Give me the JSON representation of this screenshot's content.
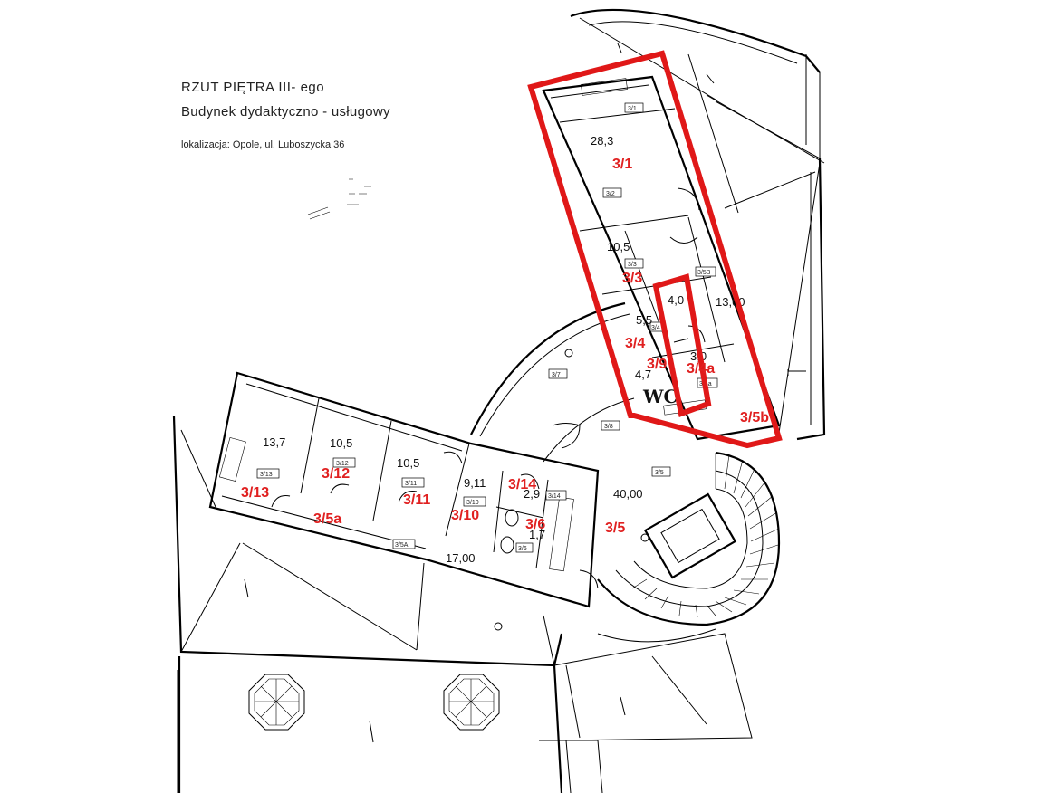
{
  "header": {
    "title": "RZUT PIĘTRA III- ego",
    "subtitle": "Budynek dydaktyczno - usługowy",
    "location": "lokalizacja: Opole, ul. Luboszycka 36"
  },
  "areas": {
    "a_28_3": "28,3",
    "a_10_5_top": "10,5",
    "a_4_0": "4,0",
    "a_13_00": "13,00",
    "a_5_5": "5,5",
    "a_3_0": "3,0",
    "a_4_7": "4,7",
    "a_13_7": "13,7",
    "a_10_5_a": "10,5",
    "a_10_5_b": "10,5",
    "a_9_11": "9,11",
    "a_2_9": "2,9",
    "a_1_7": "1,7",
    "a_40_00": "40,00",
    "a_17_00": "17,00"
  },
  "room_codes": {
    "c_3_1": "3/1",
    "c_3_3": "3/3",
    "c_3_4": "3/4",
    "c_3_9": "3/9",
    "c_3_4a": "3/4a",
    "c_3_5b": "3/5b",
    "c_3_13": "3/13",
    "c_3_12": "3/12",
    "c_3_11": "3/11",
    "c_3_10": "3/10",
    "c_3_14": "3/14",
    "c_3_6": "3/6",
    "c_3_5": "3/5",
    "c_3_5a": "3/5a"
  },
  "wc_label": "WC",
  "plan_tags": {
    "t_3_1": "3/1",
    "t_3_2": "3/2",
    "t_3_3": "3/3",
    "t_3_5B": "3/5B",
    "t_3_4": "3/4",
    "t_3_4a": "3/4a",
    "t_3_7": "3/7",
    "t_3_8": "3/8",
    "t_3_5": "3/5",
    "t_3_13": "3/13",
    "t_3_12": "3/12",
    "t_3_11": "3/11",
    "t_3_10": "3/10",
    "t_3_14": "3/14",
    "t_3_6": "3/6",
    "t_3_5A": "3/5A"
  },
  "colors": {
    "highlight": "#e01818",
    "code_text": "#e02020",
    "wall": "#000000"
  }
}
